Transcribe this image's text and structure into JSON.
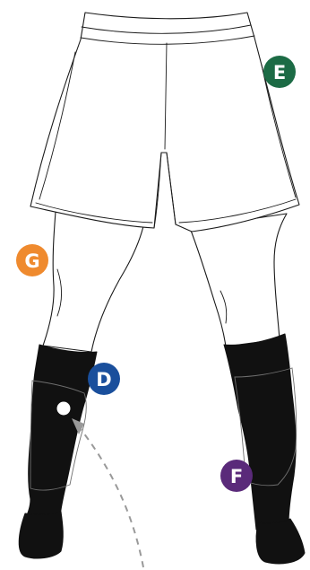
{
  "markers": [
    {
      "id": "E",
      "label": "E",
      "color": "#1c6b45"
    },
    {
      "id": "G",
      "label": "G",
      "color": "#ef8a2e"
    },
    {
      "id": "D",
      "label": "D",
      "color": "#1a4f9c"
    },
    {
      "id": "F",
      "label": "F",
      "color": "#5a2a7a"
    }
  ],
  "colors": {
    "outline": "#1a1a1a",
    "sock": "#111111",
    "ball_path": "#999999",
    "ball": "#ffffff"
  },
  "icons": {
    "ball": "ball-icon",
    "path": "dashed-trajectory"
  }
}
